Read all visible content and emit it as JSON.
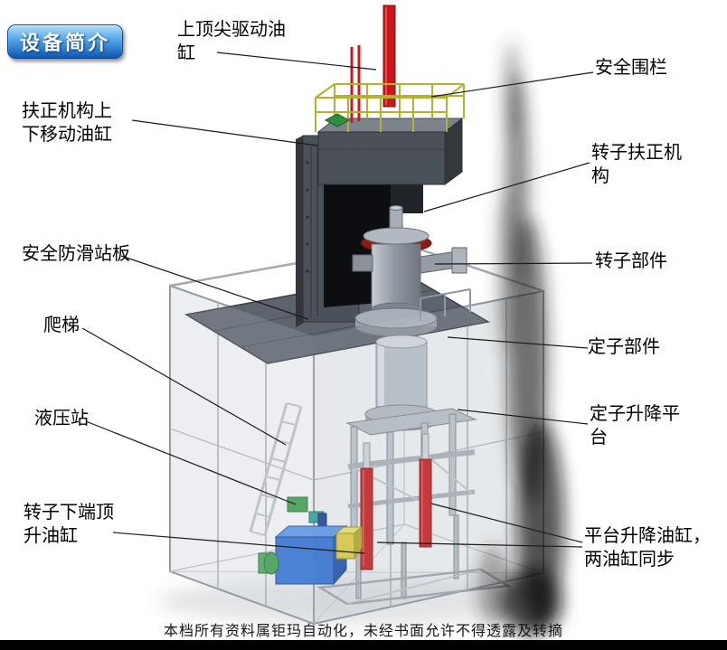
{
  "page": {
    "badge": "设备简介",
    "footer": "本档所有资料属钜玛自动化，未经书面允许不得透露及转摘",
    "background": "#ffffff"
  },
  "colors": {
    "badge_gradient_top": "#aee0f9",
    "badge_gradient_bottom": "#0e57b0",
    "label_text": "#000000",
    "leader_line": "#1a1a1a",
    "cylinder_red": "#c9181c",
    "railing_yellow": "#b2b22c",
    "hydraulic_blue": "#2f6fd0",
    "platform_dark_gray": "#5d646e",
    "frame_gray": "#b9bfc7"
  },
  "callouts": [
    {
      "id": "top-tip-drive-cylinder",
      "text": "上顶尖驱动油\n缸"
    },
    {
      "id": "safety-fence",
      "text": "安全围栏"
    },
    {
      "id": "centering-lift-cylinder",
      "text": "扶正机构上\n下移动油缸"
    },
    {
      "id": "rotor-centering-mechanism",
      "text": "转子扶正机\n构"
    },
    {
      "id": "antislip-standing-board",
      "text": "安全防滑站板"
    },
    {
      "id": "rotor-part",
      "text": "转子部件"
    },
    {
      "id": "ladder",
      "text": "爬梯"
    },
    {
      "id": "stator-part",
      "text": "定子部件"
    },
    {
      "id": "hydraulic-station",
      "text": "液压站"
    },
    {
      "id": "stator-lift-platform",
      "text": "定子升降平\n台"
    },
    {
      "id": "rotor-bottom-jack-cylinder",
      "text": "转子下端顶\n升油缸"
    },
    {
      "id": "platform-lift-cylinders",
      "text": "平台升降油缸，\n两油缸同步"
    }
  ]
}
